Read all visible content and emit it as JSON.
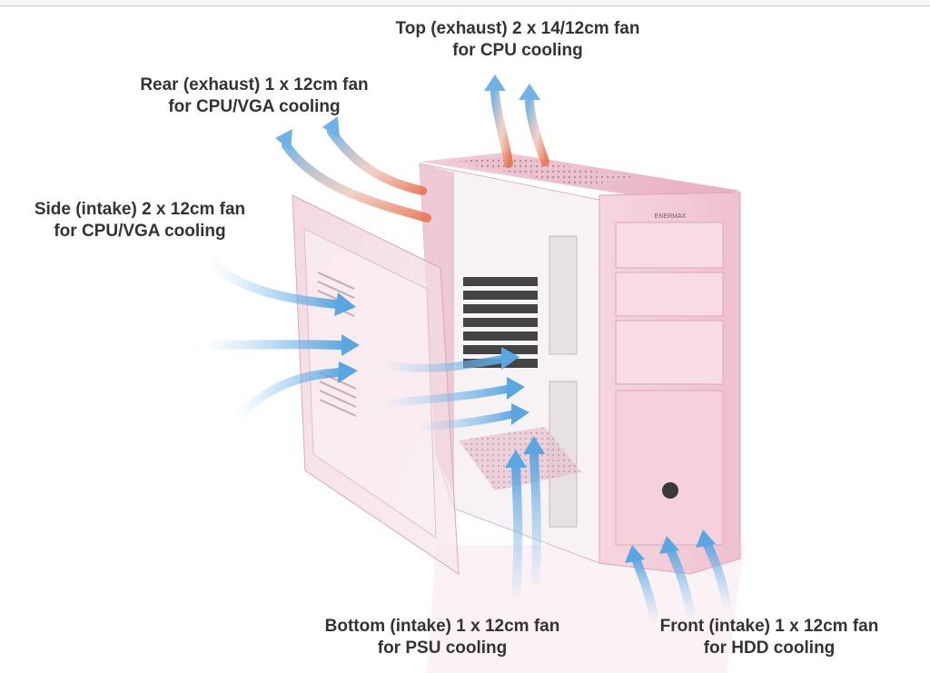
{
  "labels": {
    "top": {
      "line1": "Top (exhaust) 2 x 14/12cm fan",
      "line2": "for CPU cooling"
    },
    "rear": {
      "line1": "Rear (exhaust) 1 x 12cm fan",
      "line2": "for CPU/VGA cooling"
    },
    "side": {
      "line1": "Side (intake) 2 x 12cm fan",
      "line2": "for CPU/VGA cooling"
    },
    "bottom": {
      "line1": "Bottom (intake) 1 x 12cm fan",
      "line2": "for PSU cooling"
    },
    "front": {
      "line1": "Front (intake) 1 x 12cm fan",
      "line2": "for HDD cooling"
    }
  },
  "case": {
    "brand_logo": "ENERMAX",
    "color": "#f2c6d2"
  },
  "colors": {
    "intake_arrow": "#6fb3e6",
    "exhaust_arrow": "#e88a6a",
    "text": "#333333"
  }
}
